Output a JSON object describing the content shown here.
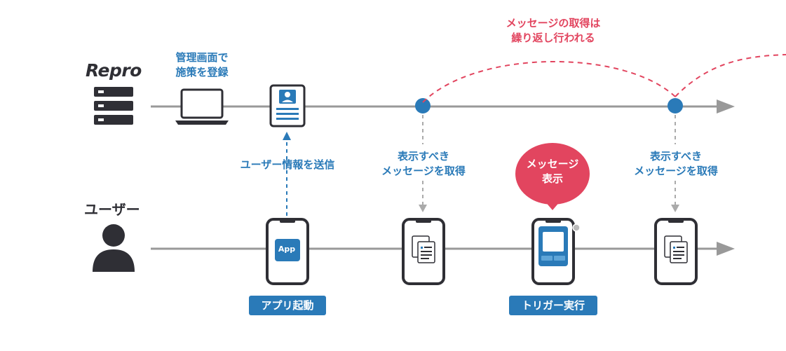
{
  "server": {
    "brand": "Repro"
  },
  "user": {
    "title": "ユーザー"
  },
  "labels": {
    "admin_register": [
      "管理画面で",
      "施策を登録"
    ],
    "message_repeat": [
      "メッセージの取得は",
      "繰り返し行われる"
    ],
    "send_user_info": "ユーザー情報を送信",
    "fetch_message_1": [
      "表示すべき",
      "メッセージを取得"
    ],
    "fetch_message_2": [
      "表示すべき",
      "メッセージを取得"
    ],
    "message_display_bubble": [
      "メッセージ",
      "表示"
    ],
    "app_icon": "App"
  },
  "badges": {
    "app_launch": "アプリ起動",
    "trigger": "トリガー実行"
  },
  "colors": {
    "accent_blue": "#2a7ab8",
    "bubble_red": "#e2455f",
    "dark": "#2f2f35",
    "line_gray": "#999999"
  }
}
